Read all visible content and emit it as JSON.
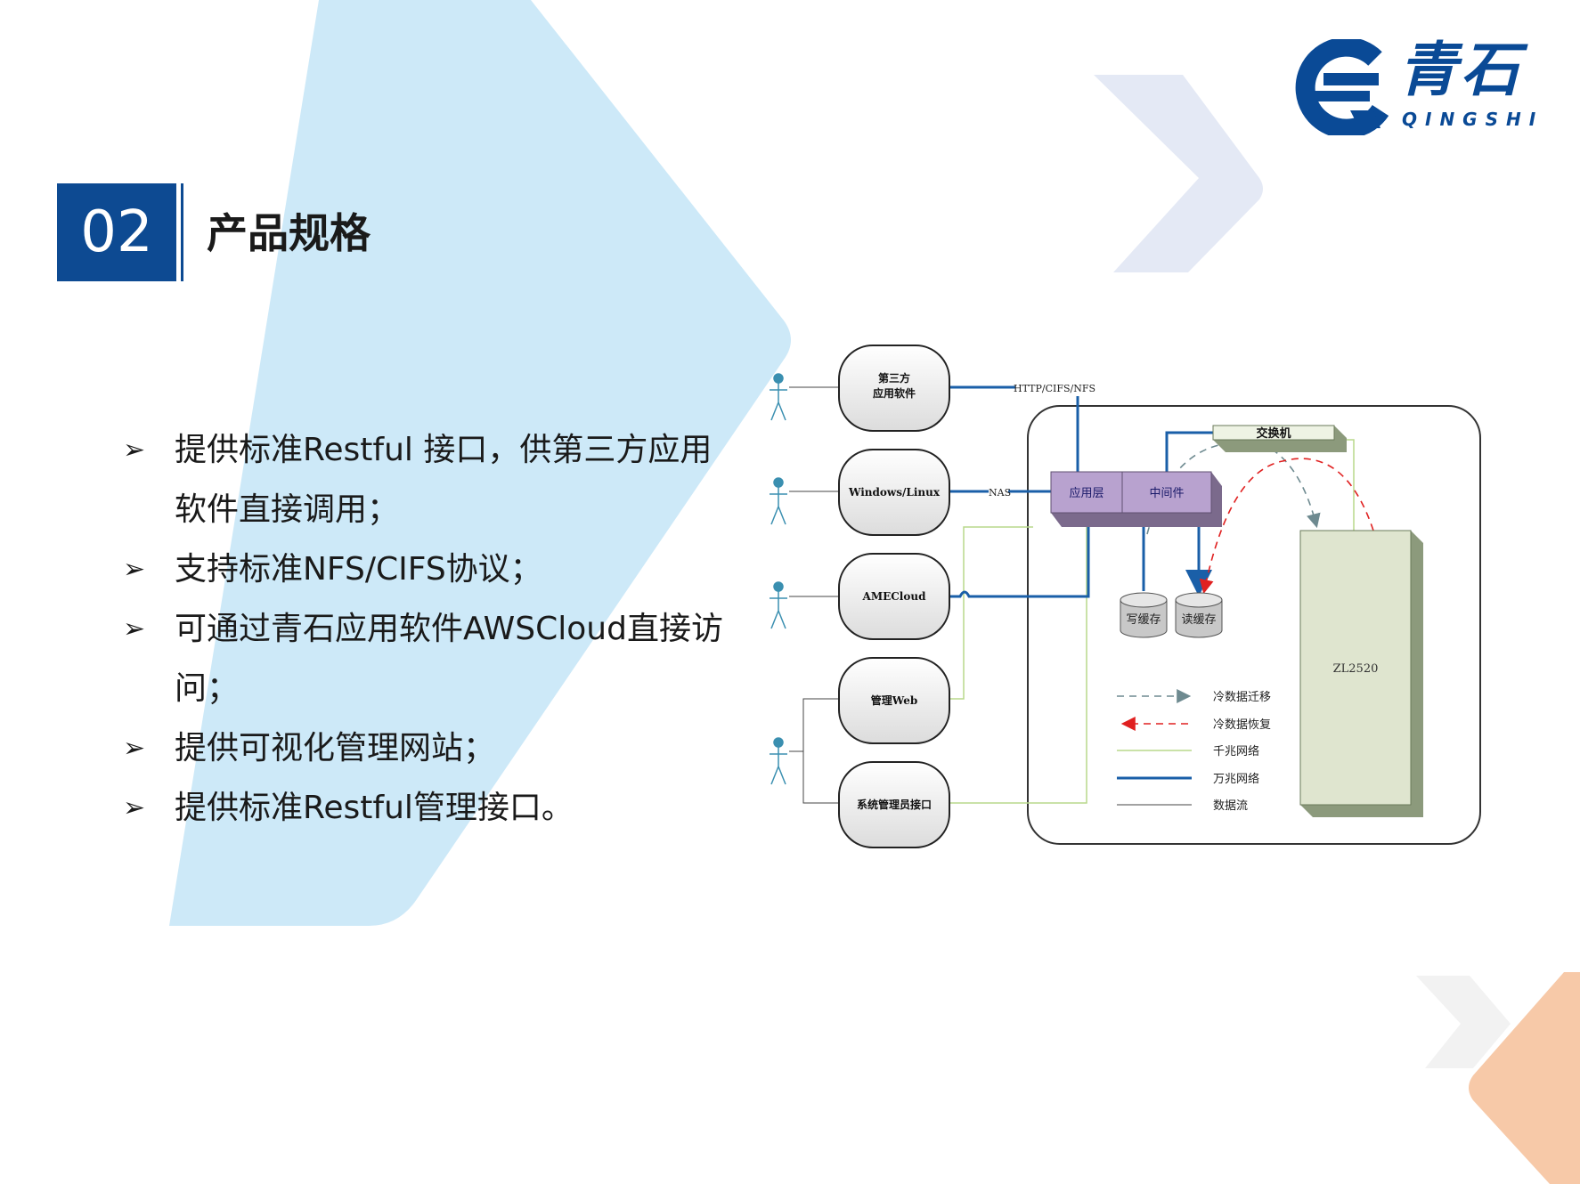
{
  "brand": {
    "name_cn": "青石",
    "name_en": "QINGSHI",
    "colors": {
      "primary": "#0d4a92",
      "light_blue": "#cde9f8",
      "peach": "#f7c9a8"
    }
  },
  "section": {
    "number": "02",
    "title": "产品规格"
  },
  "bullets": [
    "提供标准Restful 接口，供第三方应用软件直接调用；",
    "支持标准NFS/CIFS协议；",
    "可通过青石应用软件AWSCloud直接访问；",
    "提供可视化管理网站；",
    "提供标准Restful管理接口。"
  ],
  "diagram": {
    "clients": [
      "第三方应用软件",
      "Windows/Linux",
      "AMECloud",
      "管理Web",
      "系统管理员接口"
    ],
    "protocols": {
      "http": "HTTP/CIFS/NFS",
      "nas": "NAS"
    },
    "layers": {
      "app": "应用层",
      "middleware": "中间件"
    },
    "switch": "交换机",
    "caches": {
      "write": "写缓存",
      "read": "读缓存"
    },
    "storage": "ZL2520",
    "legend": [
      "冷数据迁移",
      "冷数据恢复",
      "千兆网络",
      "万兆网络",
      "数据流"
    ],
    "colors": {
      "layer": "#b8a2cf",
      "storage": "#dfe5cf",
      "cache": "#d5d5d5",
      "gigabit": "#b8d88c",
      "ten_gigabit": "#1a5fa8",
      "restore": "#e02020",
      "migrate": "#6e8a90"
    }
  }
}
